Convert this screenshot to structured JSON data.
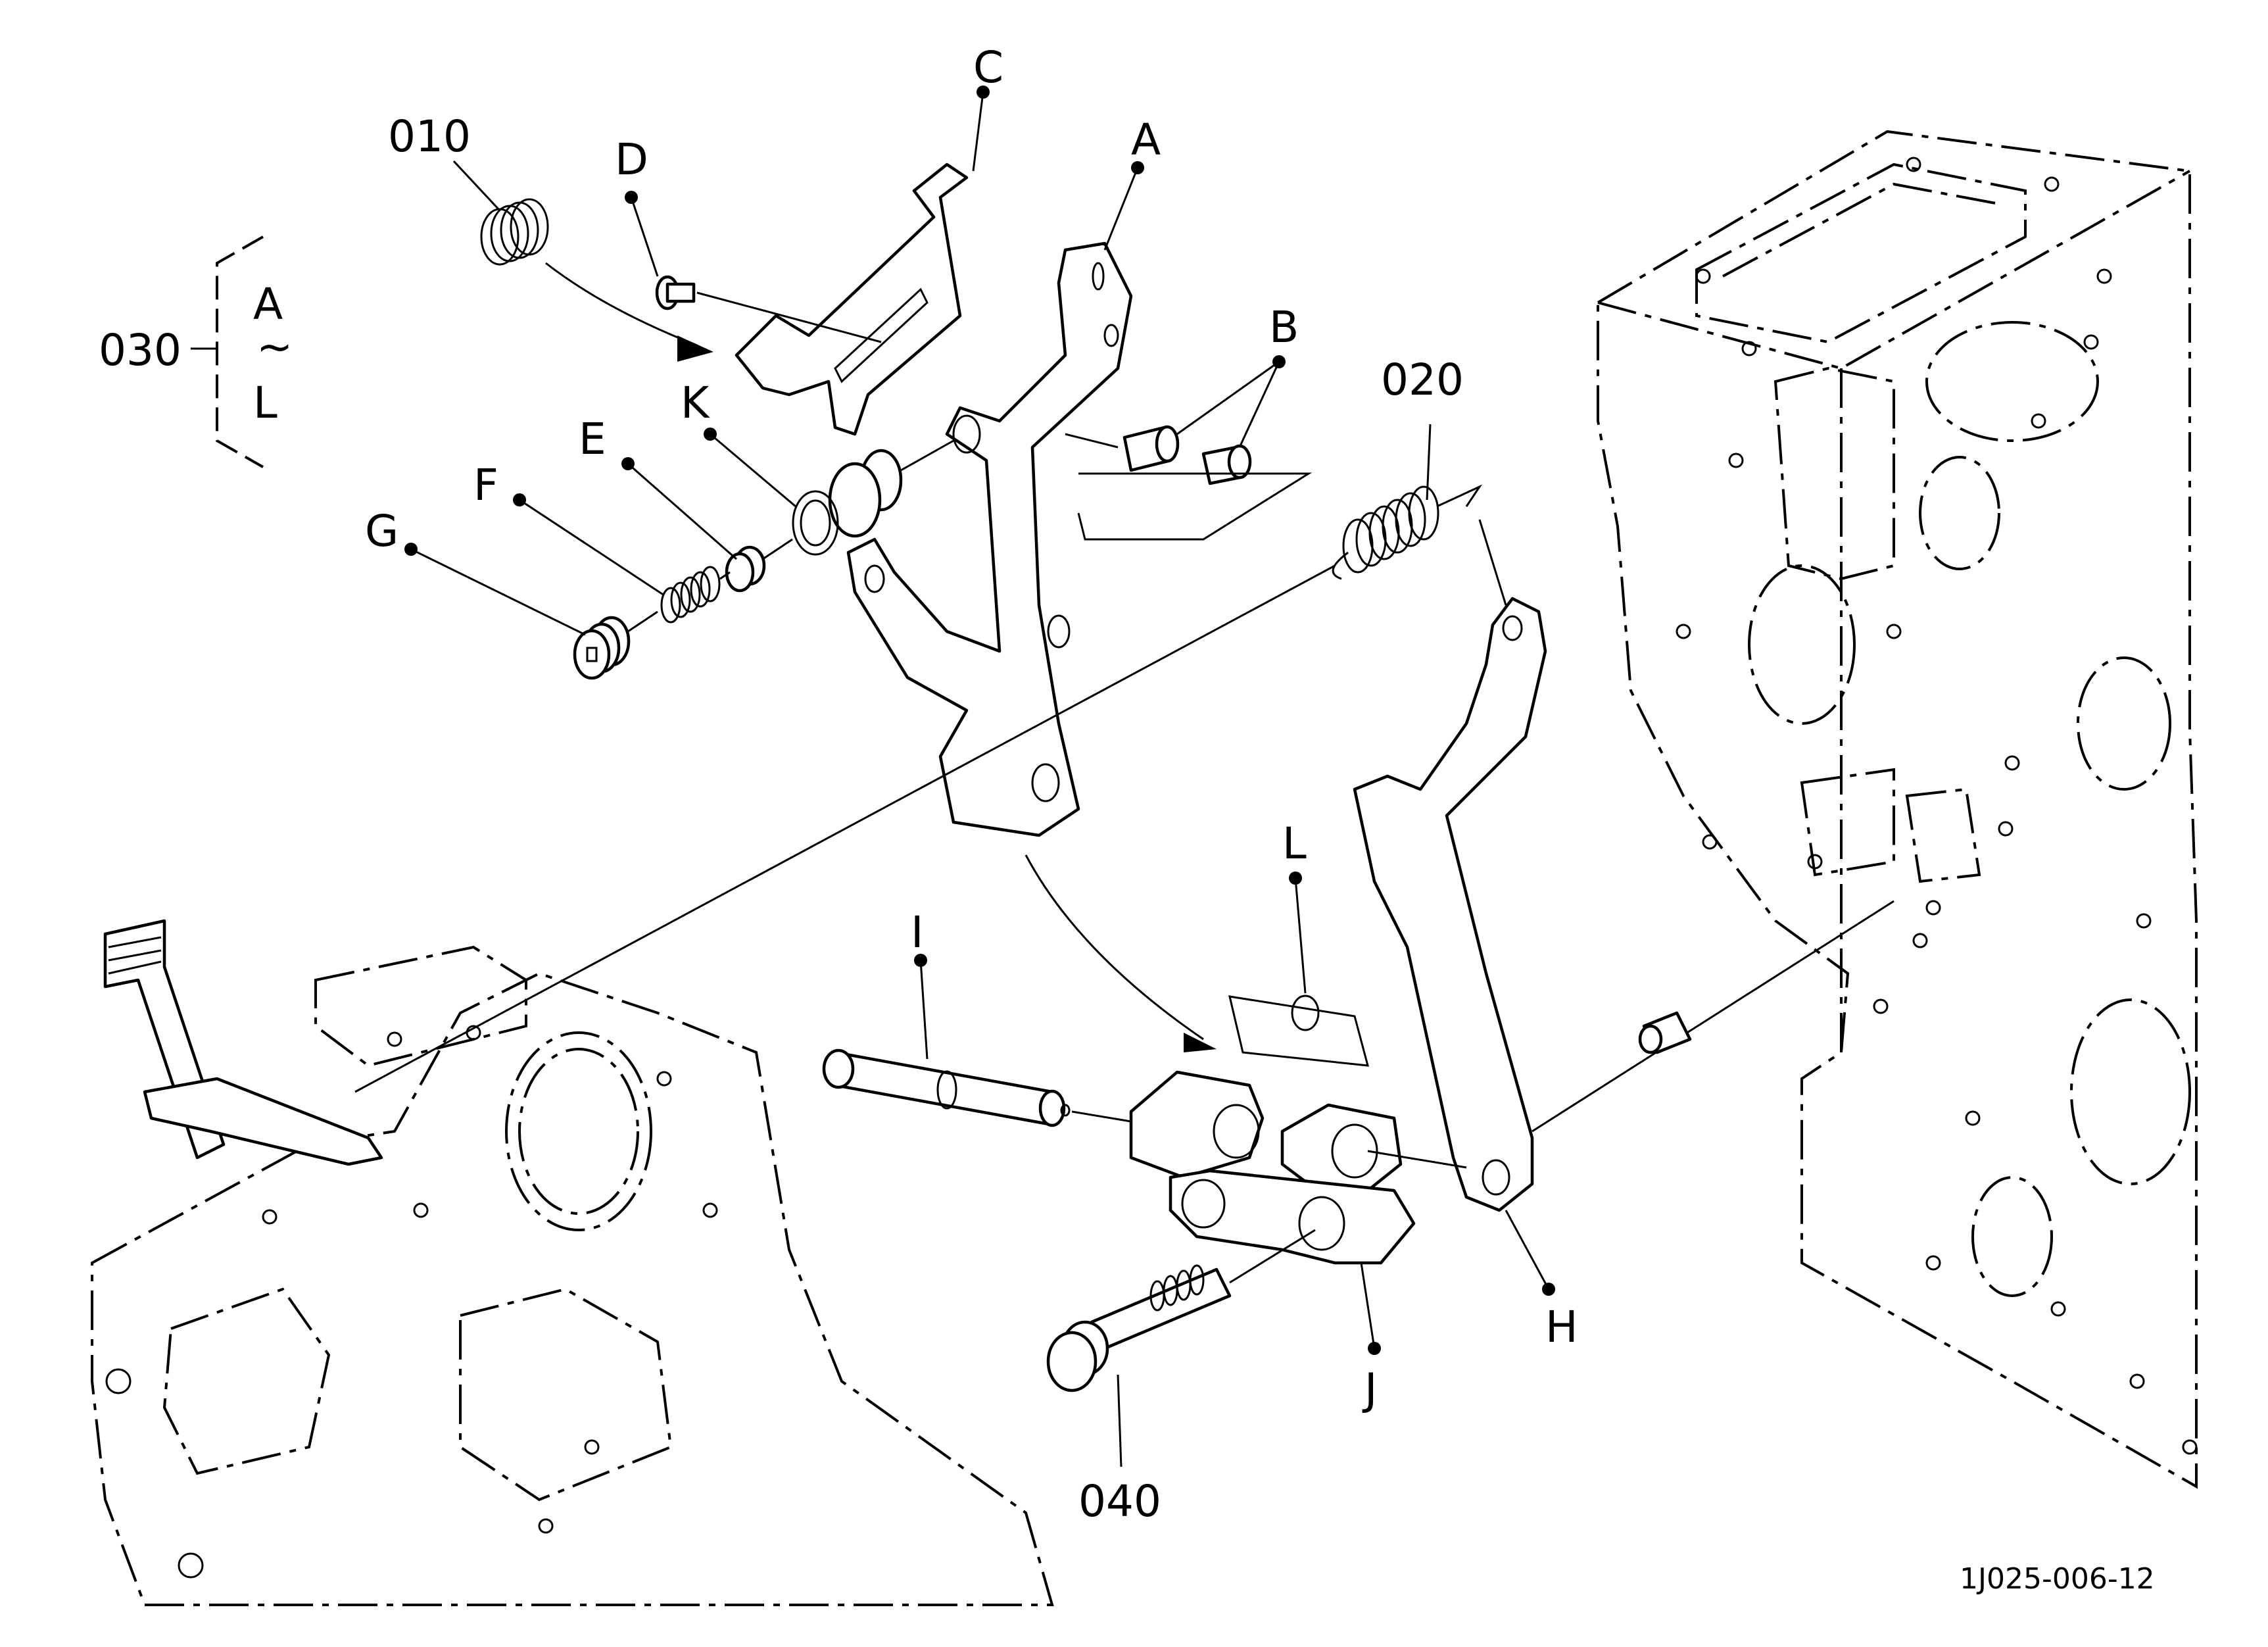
{
  "diagram": {
    "drawing_number": "1J025-006-12",
    "callouts": {
      "c010": "010",
      "c020": "020",
      "c030": "030",
      "c040": "040",
      "range_start": "A",
      "range_sep": "~",
      "range_end": "L",
      "A": "A",
      "B": "B",
      "C": "C",
      "D": "D",
      "E": "E",
      "F": "F",
      "G": "G",
      "H": "H",
      "I": "I",
      "J": "J",
      "K": "K",
      "L": "L"
    }
  }
}
